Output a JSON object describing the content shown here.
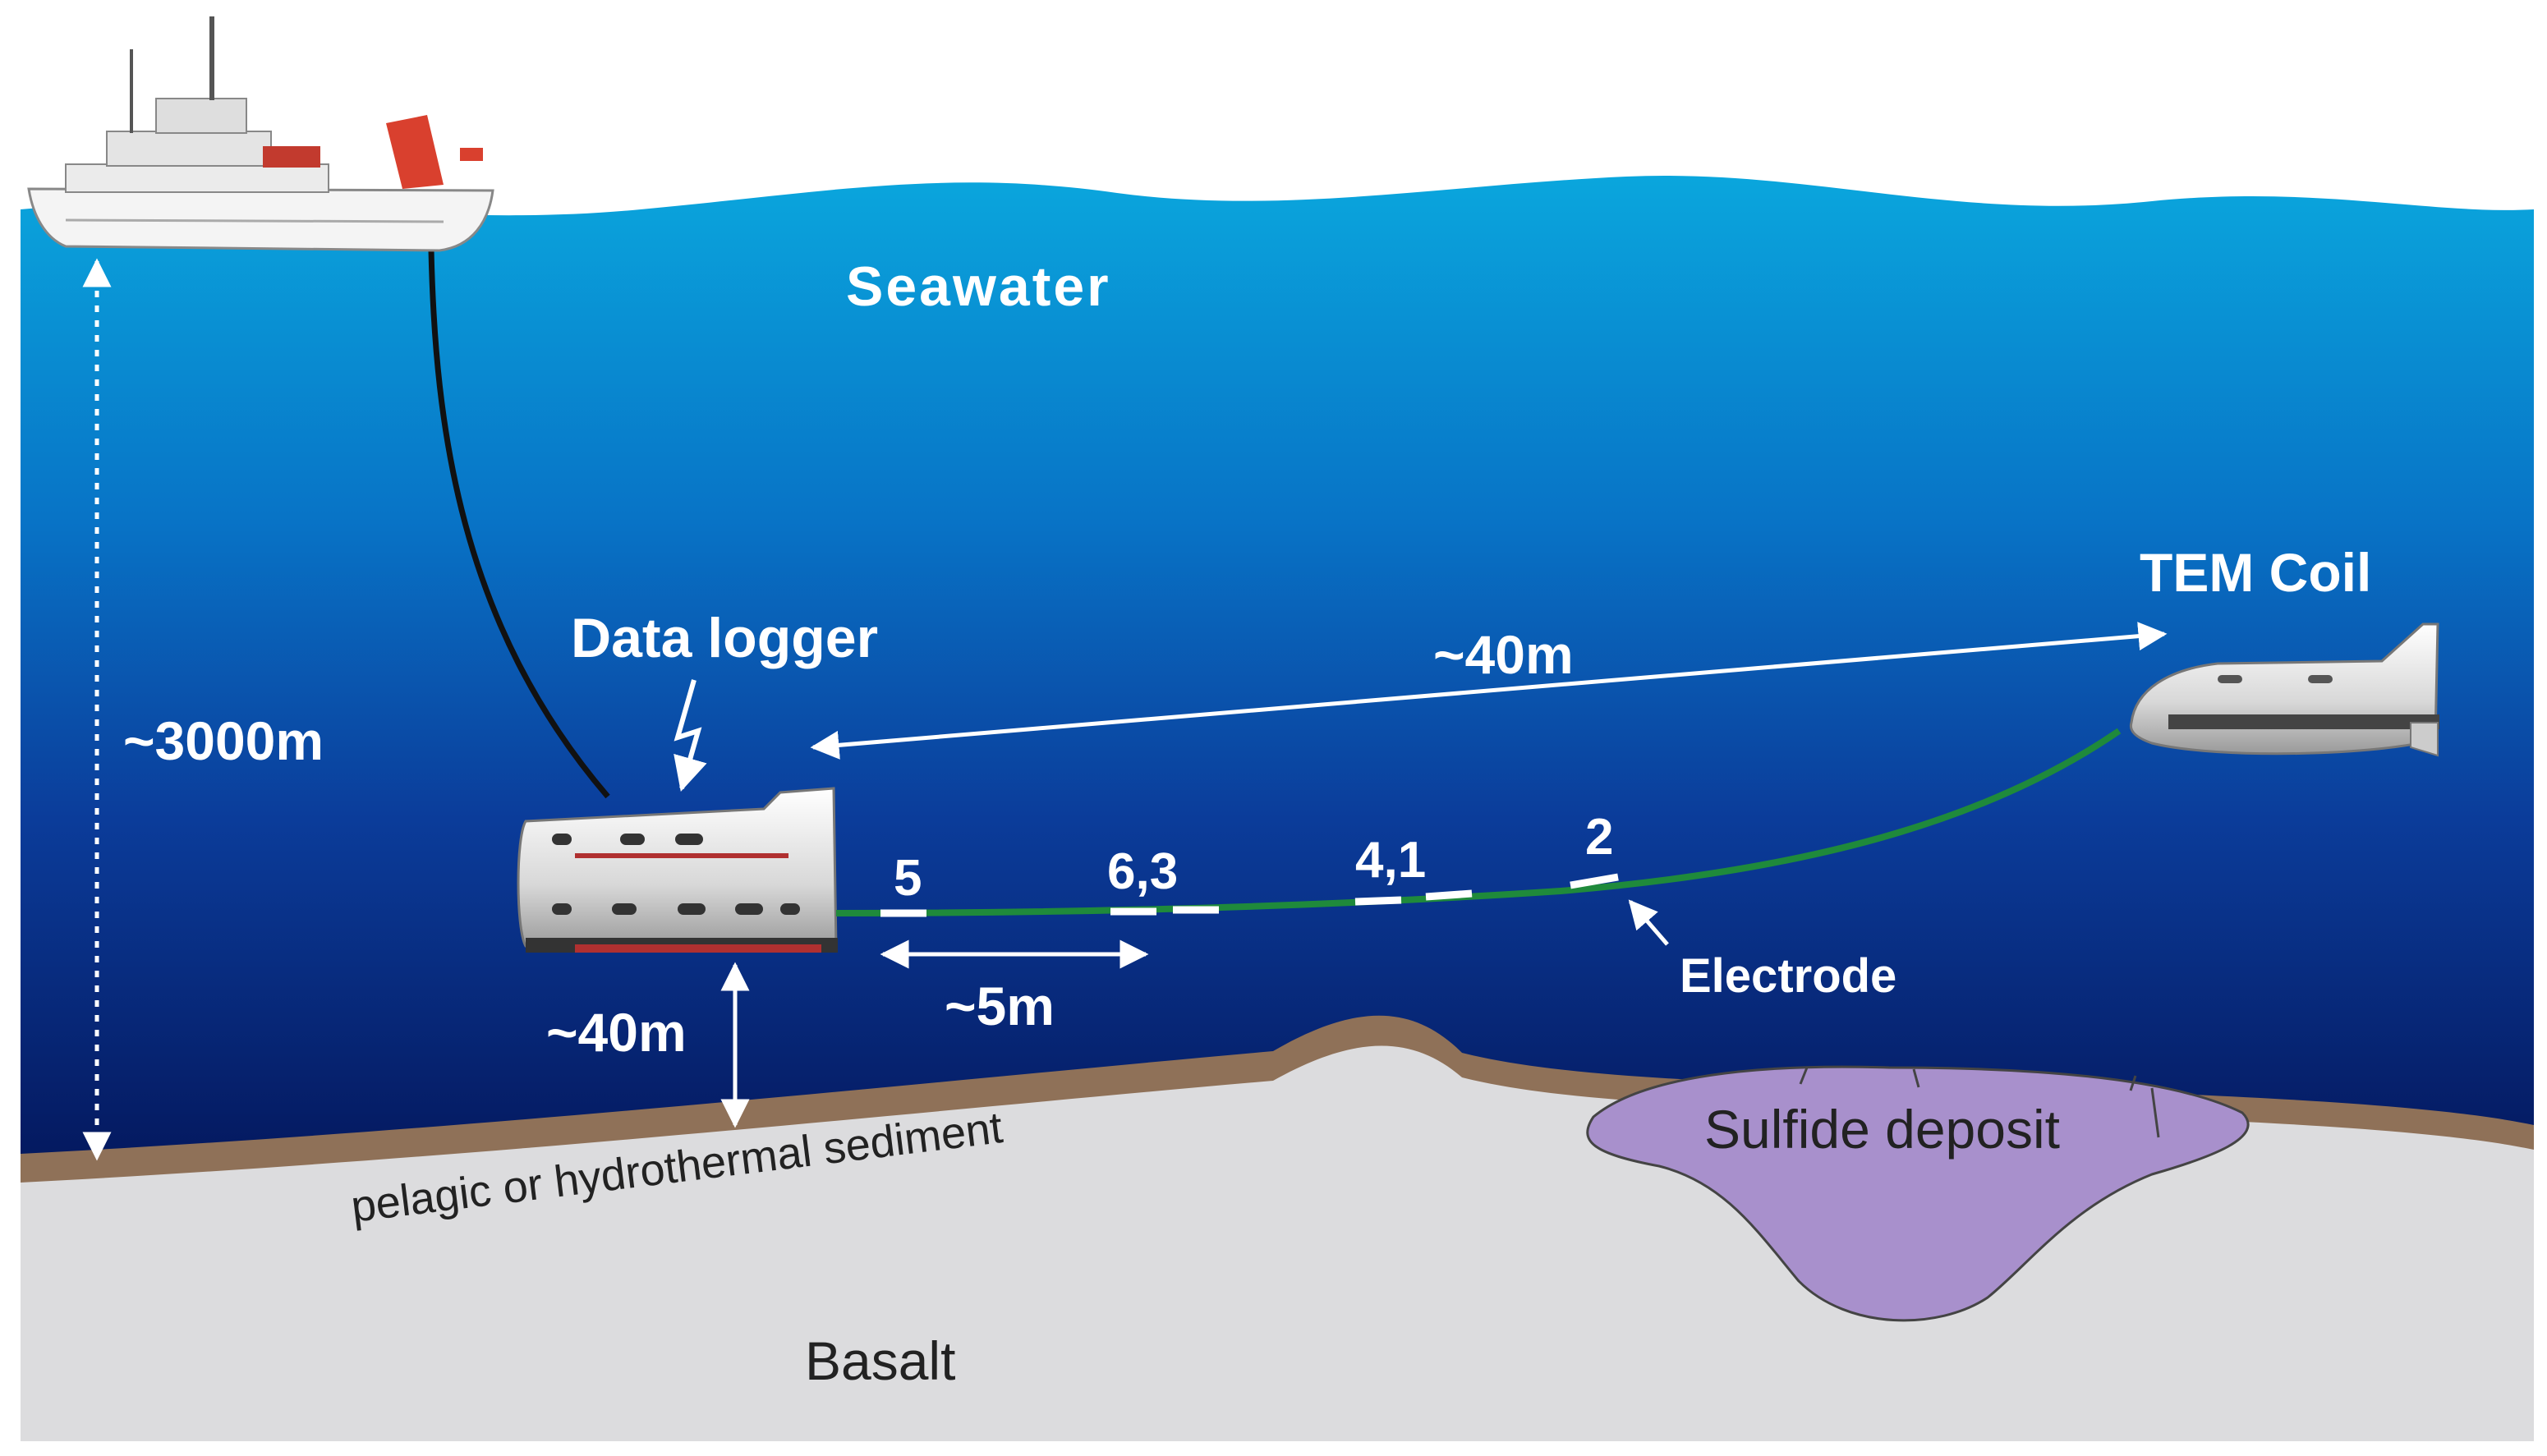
{
  "labels": {
    "seawater": "Seawater",
    "depth_total": "~3000m",
    "data_logger": "Data logger",
    "tem_coil": "TEM Coil",
    "distance_coil": "~40m",
    "altitude": "~40m",
    "electrode_spacing": "~5m",
    "electrode": "Electrode",
    "electrode_5": "5",
    "electrode_6_3": "6,3",
    "electrode_4_1": "4,1",
    "electrode_2": "2",
    "sediment": "pelagic or  hydrothermal  sediment",
    "sulfide": "Sulfide deposit",
    "basalt": "Basalt"
  },
  "colors": {
    "sea_top": "#0aa6dd",
    "sea_mid": "#0b4fae",
    "sea_bottom": "#04185e",
    "sediment": "#8f7158",
    "basalt": "#dcdcde",
    "sulfide": "#a890cc",
    "cable": "#1f8a3b",
    "tether": "#111111"
  }
}
